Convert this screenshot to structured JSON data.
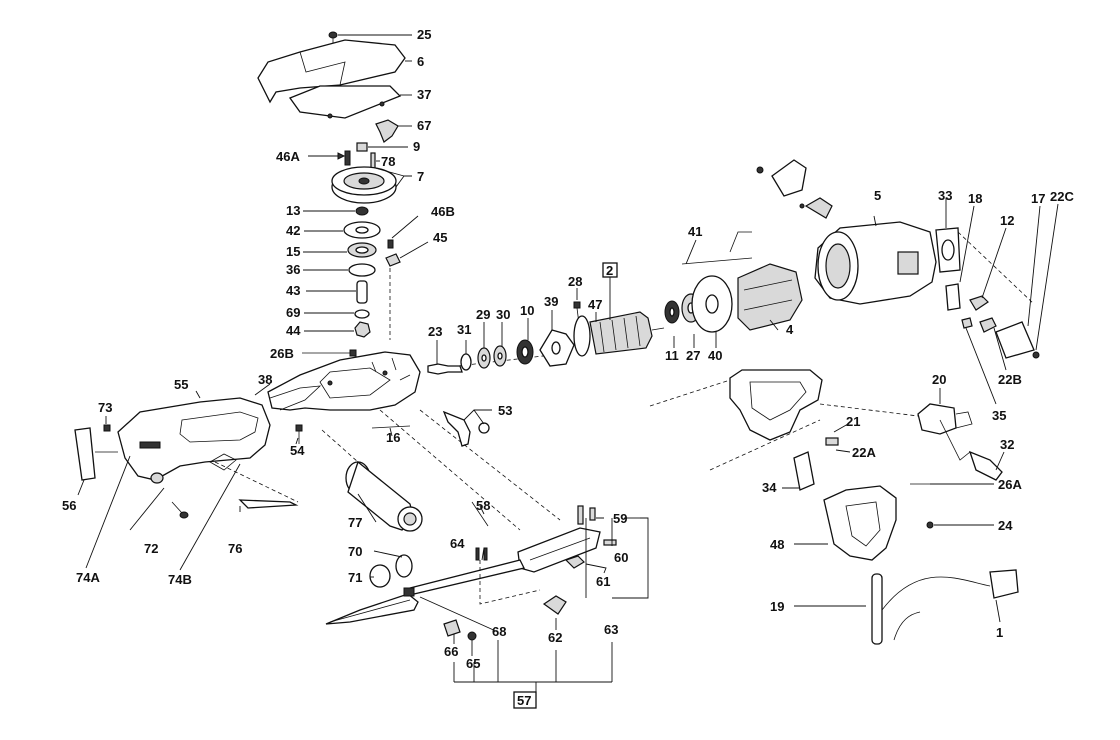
{
  "diagram": {
    "labels": [
      {
        "id": "p25",
        "text": "25"
      },
      {
        "id": "p6",
        "text": "6"
      },
      {
        "id": "p37",
        "text": "37"
      },
      {
        "id": "p67",
        "text": "67"
      },
      {
        "id": "p9",
        "text": "9"
      },
      {
        "id": "p46A",
        "text": "46A"
      },
      {
        "id": "p78",
        "text": "78"
      },
      {
        "id": "p7",
        "text": "7"
      },
      {
        "id": "p13",
        "text": "13"
      },
      {
        "id": "p46B",
        "text": "46B"
      },
      {
        "id": "p42",
        "text": "42"
      },
      {
        "id": "p45",
        "text": "45"
      },
      {
        "id": "p15",
        "text": "15"
      },
      {
        "id": "p36",
        "text": "36"
      },
      {
        "id": "p43",
        "text": "43"
      },
      {
        "id": "p69",
        "text": "69"
      },
      {
        "id": "p44",
        "text": "44"
      },
      {
        "id": "p26B",
        "text": "26B"
      },
      {
        "id": "p23",
        "text": "23"
      },
      {
        "id": "p31",
        "text": "31"
      },
      {
        "id": "p29",
        "text": "29"
      },
      {
        "id": "p30",
        "text": "30"
      },
      {
        "id": "p10",
        "text": "10"
      },
      {
        "id": "p39",
        "text": "39"
      },
      {
        "id": "p28",
        "text": "28"
      },
      {
        "id": "p2",
        "text": "2"
      },
      {
        "id": "p47",
        "text": "47"
      },
      {
        "id": "p11",
        "text": "11"
      },
      {
        "id": "p27",
        "text": "27"
      },
      {
        "id": "p40",
        "text": "40"
      },
      {
        "id": "p41",
        "text": "41"
      },
      {
        "id": "p4",
        "text": "4"
      },
      {
        "id": "p5",
        "text": "5"
      },
      {
        "id": "p33",
        "text": "33"
      },
      {
        "id": "p18",
        "text": "18"
      },
      {
        "id": "p17",
        "text": "17"
      },
      {
        "id": "p22C",
        "text": "22C"
      },
      {
        "id": "p12",
        "text": "12"
      },
      {
        "id": "p22B",
        "text": "22B"
      },
      {
        "id": "p35",
        "text": "35"
      },
      {
        "id": "p55",
        "text": "55"
      },
      {
        "id": "p38",
        "text": "38"
      },
      {
        "id": "p73",
        "text": "73"
      },
      {
        "id": "p53",
        "text": "53"
      },
      {
        "id": "p16",
        "text": "16"
      },
      {
        "id": "p54",
        "text": "54"
      },
      {
        "id": "p56",
        "text": "56"
      },
      {
        "id": "p72",
        "text": "72"
      },
      {
        "id": "p76",
        "text": "76"
      },
      {
        "id": "p74A",
        "text": "74A"
      },
      {
        "id": "p74B",
        "text": "74B"
      },
      {
        "id": "p77",
        "text": "77"
      },
      {
        "id": "p58",
        "text": "58"
      },
      {
        "id": "p59",
        "text": "59"
      },
      {
        "id": "p60",
        "text": "60"
      },
      {
        "id": "p64",
        "text": "64"
      },
      {
        "id": "p70",
        "text": "70"
      },
      {
        "id": "p71",
        "text": "71"
      },
      {
        "id": "p61",
        "text": "61"
      },
      {
        "id": "p68",
        "text": "68"
      },
      {
        "id": "p62",
        "text": "62"
      },
      {
        "id": "p63",
        "text": "63"
      },
      {
        "id": "p66",
        "text": "66"
      },
      {
        "id": "p65",
        "text": "65"
      },
      {
        "id": "p57",
        "text": "57"
      },
      {
        "id": "p20",
        "text": "20"
      },
      {
        "id": "p21",
        "text": "21"
      },
      {
        "id": "p22A",
        "text": "22A"
      },
      {
        "id": "p32",
        "text": "32"
      },
      {
        "id": "p34",
        "text": "34"
      },
      {
        "id": "p26A",
        "text": "26A"
      },
      {
        "id": "p24",
        "text": "24"
      },
      {
        "id": "p48",
        "text": "48"
      },
      {
        "id": "p19",
        "text": "19"
      },
      {
        "id": "p1",
        "text": "1"
      }
    ]
  }
}
